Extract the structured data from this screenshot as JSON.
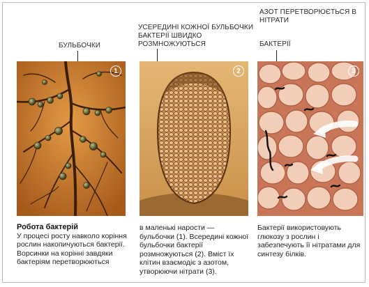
{
  "callouts": {
    "nodules": "БУЛЬБОЧКИ",
    "inside": "УСЕРЕДИНІ КОЖНОЇ БУЛЬБОЧКИ БАКТЕРІЇ ШВИДКО РОЗМНОЖУЮТЬСЯ",
    "nitrogen": "АЗОТ ПЕРЕТВОРЮЄТЬСЯ В НІТРАТИ",
    "bacteria": "БАКТЕРІЇ"
  },
  "panels": [
    {
      "number": "1"
    },
    {
      "number": "2"
    },
    {
      "number": "3"
    }
  ],
  "captions": {
    "c1_title": "Робота бактерій",
    "c1_text": "У процесі росту навколо коріння рослин накопичуються бактерії. Ворсинки на корінні завдяки бактеріям перетворюються",
    "c2_text": "в маленькі нарости — бульбочки (1). Всередині кожної бульбочки бактерії розмножуються (2). Вміст їх клітин взаємодіє з азотом, утворюючи нітрати (3).",
    "c3_text": "Бактерії використовують глюкозу з рослин і забезпечують її нітратами для синтезу білків."
  },
  "colors": {
    "panel1_bg": "#c97a2a",
    "panel2_bg": "#d9a35a",
    "panel3_bg": "#e8b59b",
    "root": "#3a1e08",
    "bacteria": "#111111"
  }
}
